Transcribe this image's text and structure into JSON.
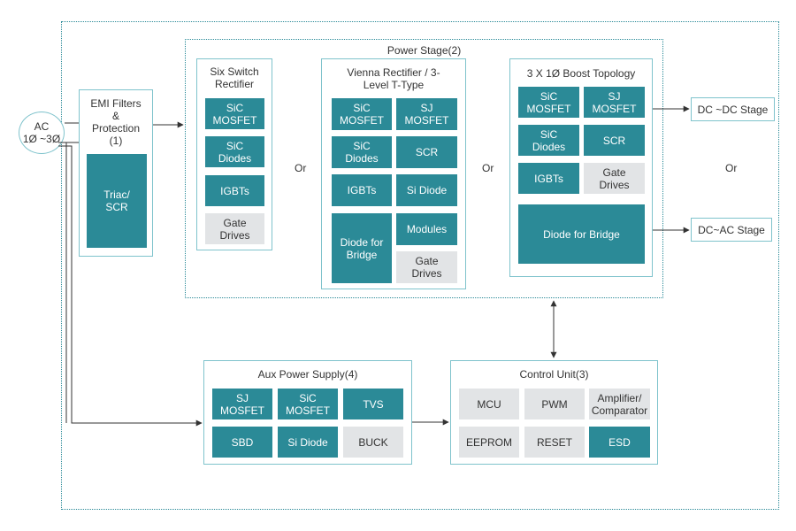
{
  "ac_source": {
    "line1": "AC",
    "line2": "1Ø ~3Ø"
  },
  "emi": {
    "title": "EMI Filters\n&\nProtection\n(1)",
    "block": "Triac/\nSCR"
  },
  "power_stage": {
    "title": "Power Stage(2)",
    "six_switch": {
      "title": "Six Switch\nRectifier",
      "blocks": [
        "SiC\nMOSFET",
        "SiC\nDiodes",
        "IGBTs",
        "Gate\nDrives"
      ]
    },
    "vienna": {
      "title": "Vienna Rectifier / 3-\nLevel T-Type",
      "blocks": [
        "SiC\nMOSFET",
        "SJ\nMOSFET",
        "SiC\nDiodes",
        "SCR",
        "IGBTs",
        "Si Diode",
        "Diode for\nBridge",
        "Modules",
        "Gate\nDrives"
      ]
    },
    "boost": {
      "title": "3 X 1Ø  Boost Topology",
      "blocks": [
        "SiC\nMOSFET",
        "SJ\nMOSFET",
        "SiC\nDiodes",
        "SCR",
        "IGBTs",
        "Gate\nDrives",
        "Diode for Bridge"
      ]
    },
    "or_labels": [
      "Or",
      "Or"
    ]
  },
  "outputs": {
    "dcdc": "DC ~DC Stage",
    "or": "Or",
    "dcac": "DC~AC Stage"
  },
  "aux": {
    "title": "Aux Power Supply(4)",
    "blocks": [
      "SJ\nMOSFET",
      "SiC\nMOSFET",
      "TVS",
      "SBD",
      "Si Diode",
      "BUCK"
    ]
  },
  "control": {
    "title": "Control Unit(3)",
    "blocks": [
      "MCU",
      "PWM",
      "Amplifier/\nComparator",
      "EEPROM",
      "RESET",
      "ESD"
    ]
  },
  "colors": {
    "dark_block": "#2b8a97",
    "light_block": "#e2e4e6",
    "panel_border": "#7fc3cc",
    "line": "#333333"
  }
}
